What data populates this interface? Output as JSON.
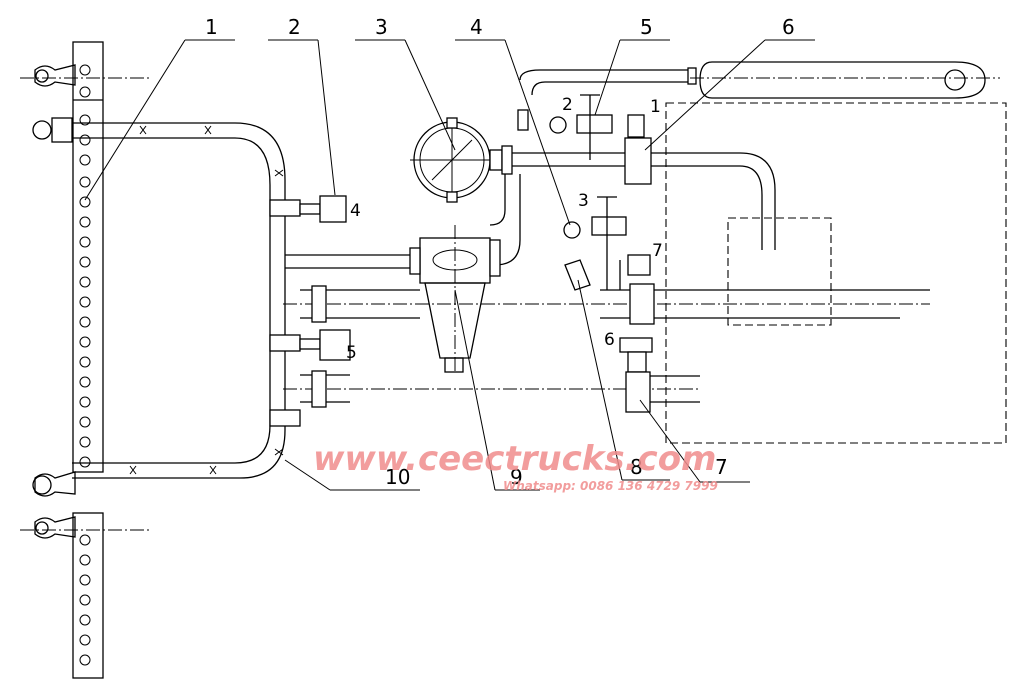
{
  "callouts": [
    "1",
    "2",
    "3",
    "4",
    "5",
    "6",
    "7",
    "8",
    "9",
    "10"
  ],
  "part_labels": {
    "valve_2": "2",
    "valve_1": "1",
    "valve_3": "3",
    "valve_7": "7",
    "valve_6": "6",
    "valve_4": "4",
    "valve_5": "5"
  },
  "watermark": {
    "site": "www.ceectrucks.com",
    "contact": "Whatsapp: 0086 136 4729 7999"
  }
}
